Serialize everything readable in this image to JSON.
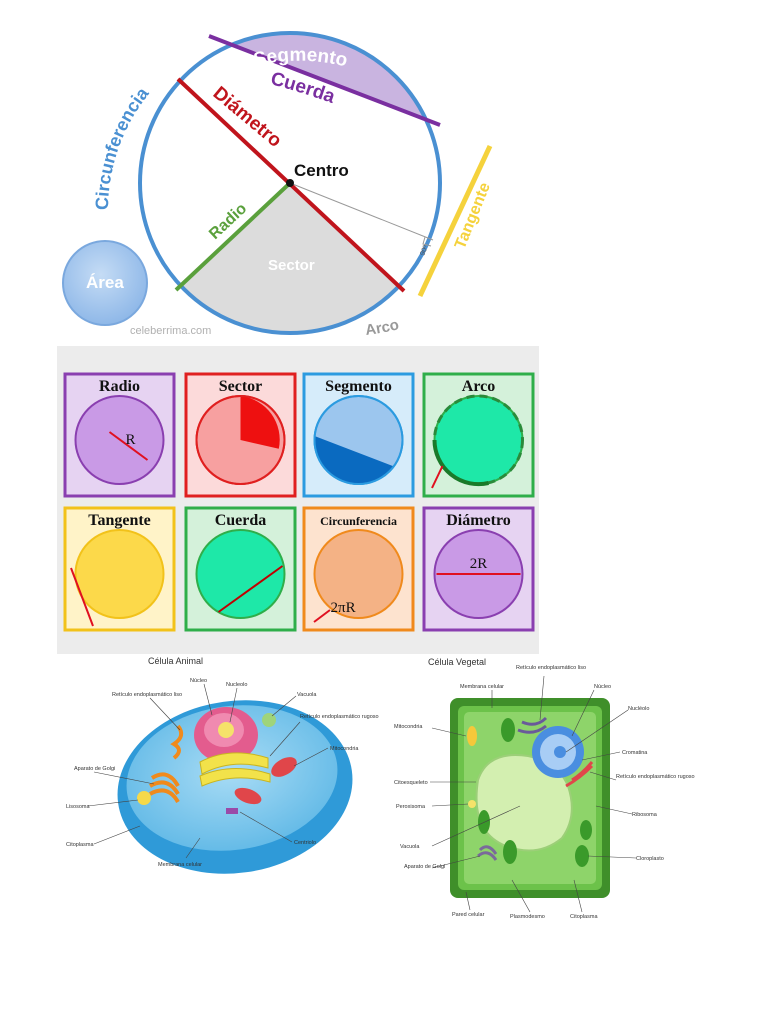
{
  "circle_diagram": {
    "labels": {
      "segmento": "Segmento",
      "cuerda": "Cuerda",
      "diametro": "Diámetro",
      "centro": "Centro",
      "circunferencia": "Circunferencia",
      "radio": "Radio",
      "sector": "Sector",
      "tangente": "Tangente",
      "area": "Área",
      "arco": "Arco",
      "angle": "90º"
    },
    "watermark": "celeberrima.com",
    "colors": {
      "circle": "#4a90d2",
      "chord": "#7a2fa0",
      "diameter": "#c0141c",
      "radius": "#5aa03c",
      "tangent": "#f5d23c",
      "segment_fill": "#c9b4e0",
      "sector_fill": "#dcdcdc",
      "area_fill": "#a9c9ee"
    }
  },
  "grid_cards": [
    {
      "title": "Radio",
      "note": "R",
      "border": "#8a3fb0",
      "bg": "#e6d3f2",
      "fill": "#c99ae6"
    },
    {
      "title": "Sector",
      "note": "",
      "border": "#e02020",
      "bg": "#fcdada",
      "fill": "#f7a0a0"
    },
    {
      "title": "Segmento",
      "note": "",
      "border": "#2c9be0",
      "bg": "#d6ecfa",
      "fill": "#9cc6ee"
    },
    {
      "title": "Arco",
      "note": "",
      "border": "#2fae4a",
      "bg": "#d4f1da",
      "fill": "#1ee8a8"
    },
    {
      "title": "Tangente",
      "note": "",
      "border": "#f2c21a",
      "bg": "#fff3c8",
      "fill": "#fcd94a"
    },
    {
      "title": "Cuerda",
      "note": "",
      "border": "#2fae4a",
      "bg": "#d4f1da",
      "fill": "#1ee8a8"
    },
    {
      "title": "Circunferencia",
      "note": "2πR",
      "border": "#f08a1c",
      "bg": "#fde3cf",
      "fill": "#f4b285"
    },
    {
      "title": "Diámetro",
      "note": "2R",
      "border": "#8a3fb0",
      "bg": "#e6d3f2",
      "fill": "#c99ae6"
    }
  ],
  "animal_cell": {
    "title": "Célula Animal",
    "labels": {
      "nucleo": "Núcleo",
      "nucleolo": "Nucleolo",
      "vacuola": "Vacuola",
      "ret_liso": "Retículo endoplasmático liso",
      "ret_rugoso": "Retículo endoplasmático rugoso",
      "mitocondria": "Mitocondria",
      "golgi": "Aparato de Golgi",
      "lisosoma": "Lisosoma",
      "citoplasma": "Citoplasma",
      "membrana": "Membrana celular",
      "centriolo": "Centriolo"
    }
  },
  "plant_cell": {
    "title": "Célula Vegetal",
    "labels": {
      "ret_liso": "Retículo endoplasmático liso",
      "membrana": "Membrana celular",
      "nucleo": "Núcleo",
      "nucleolo": "Nucléolo",
      "mitocondria": "Mitocondria",
      "cromatina": "Cromatina",
      "citoesqueleto": "Citoesqueleto",
      "ret_rugoso": "Retículo endoplasmático rugoso",
      "peroxisoma": "Peroxisoma",
      "ribosoma": "Ribosoma",
      "vacuola": "Vacuola",
      "cloroplasto": "Cloroplasto",
      "golgi": "Aparato de Golgi",
      "pared": "Pared celular",
      "plasmodesmo": "Plasmodesmo",
      "citoplasma": "Citoplasma"
    }
  }
}
